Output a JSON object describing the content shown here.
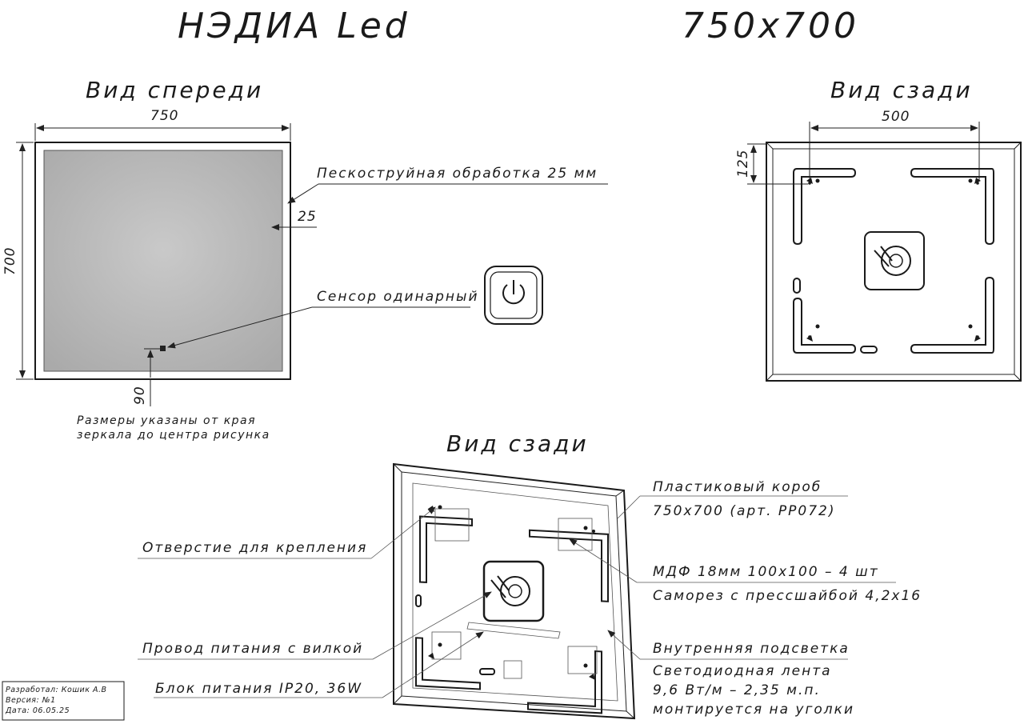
{
  "header": {
    "title": "НЭДИА Led",
    "size": "750x700"
  },
  "front_view": {
    "title": "Вид спереди",
    "width_dim": "750",
    "height_dim": "700",
    "edge_dim": "25",
    "sensor_offset_dim": "90",
    "sandblast_label": "Пескоструйная обработка 25 мм",
    "sensor_label": "Сенсор одинарный",
    "note_line1": "Размеры указаны от края",
    "note_line2": "зеркала до центра рисунка"
  },
  "back_view_top": {
    "title": "Вид сзади",
    "width_dim": "500",
    "top_dim": "125"
  },
  "back_view_bottom": {
    "title": "Вид сзади",
    "labels": {
      "plastic_box_line1": "Пластиковый короб",
      "plastic_box_line2": "750x700 (арт. PP072)",
      "mount_hole": "Отверстие для крепления",
      "mdf_line1": "МДФ 18мм 100x100 – 4 шт",
      "mdf_line2": "Саморез с прессшайбой 4,2x16",
      "power_cord": "Провод питания с вилкой",
      "inner_light": "Внутренняя подсветка",
      "led_line1": "Светодиодная лента",
      "led_line2": "9,6 Вт/м – 2,35 м.п.",
      "led_line3": "монтируется на уголки",
      "power_unit": "Блок питания IP20, 36W"
    }
  },
  "stamp": {
    "developer": "Разработал: Кошик А.В",
    "version": "Версия: №1",
    "date": "Дата: 06.05.25"
  }
}
